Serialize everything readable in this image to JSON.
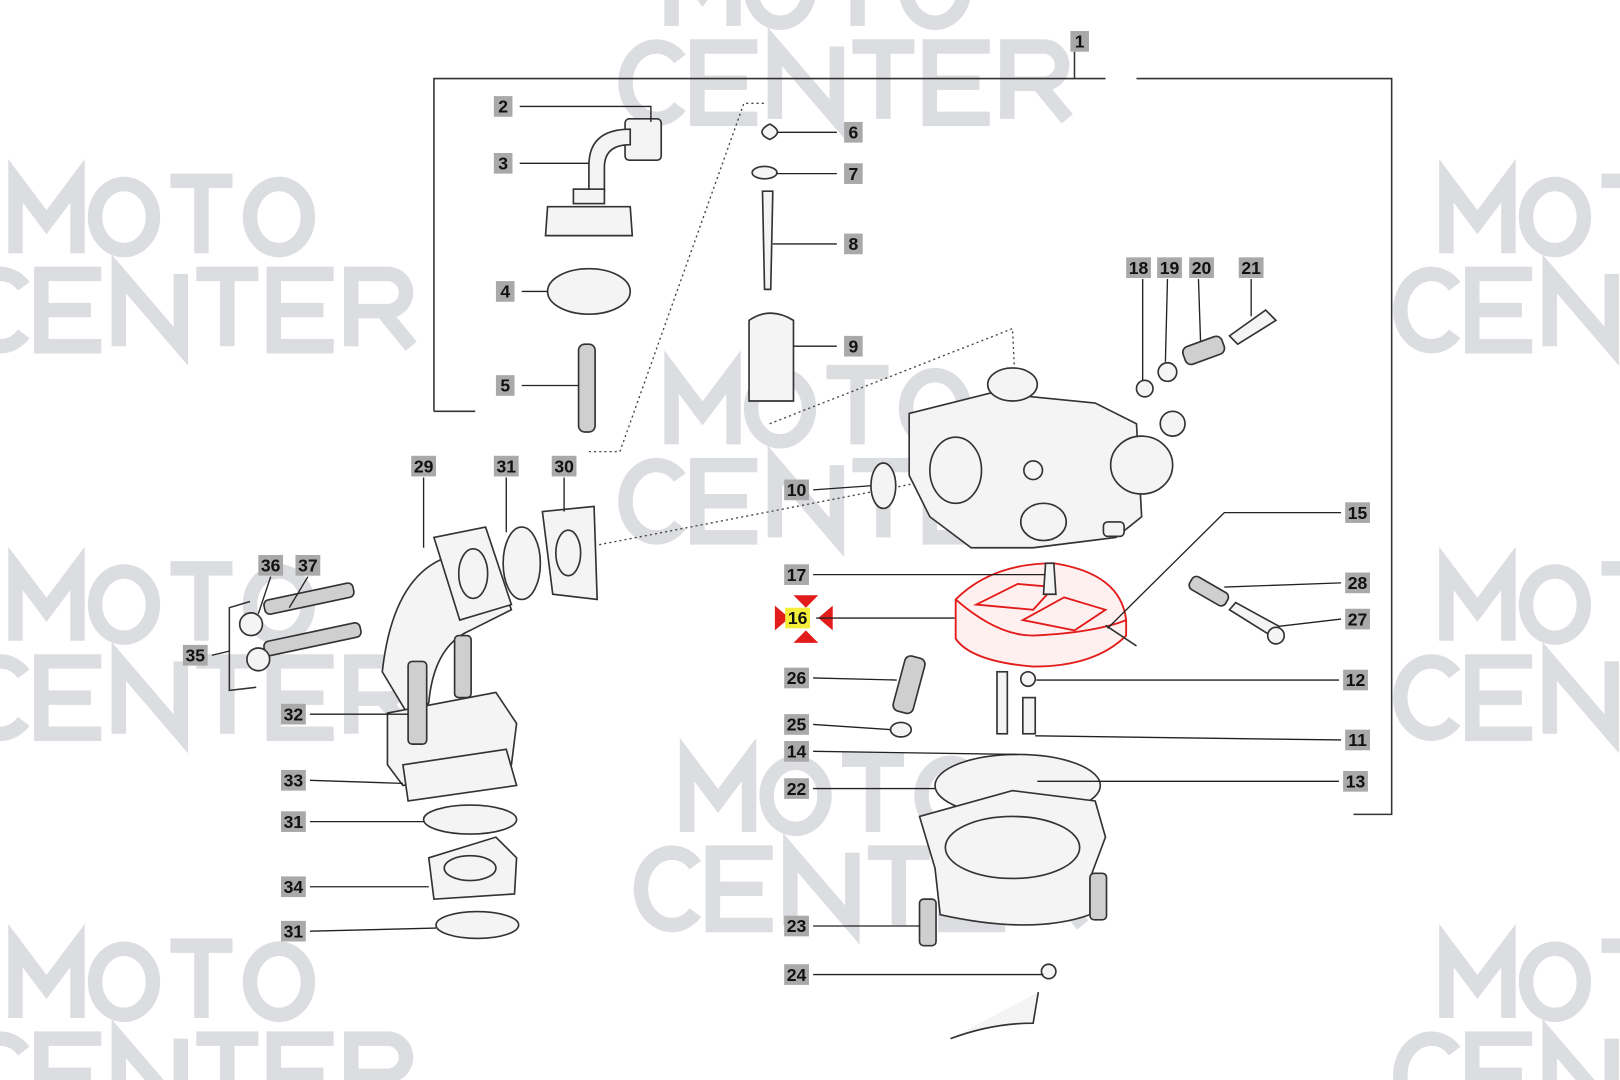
{
  "watermark": {
    "line1": "MOTO",
    "line2": "CENTER"
  },
  "diagram": {
    "selected_part": "16",
    "highlight_color": "#e21b1b",
    "selected_label_color": "#f4ee3a",
    "callouts": [
      "1",
      "2",
      "3",
      "4",
      "5",
      "6",
      "7",
      "8",
      "9",
      "10",
      "11",
      "12",
      "13",
      "14",
      "15",
      "16",
      "17",
      "18",
      "19",
      "20",
      "21",
      "22",
      "23",
      "24",
      "25",
      "26",
      "27",
      "28",
      "29",
      "30",
      "31",
      "31",
      "31",
      "32",
      "33",
      "34",
      "35",
      "36",
      "37"
    ]
  }
}
